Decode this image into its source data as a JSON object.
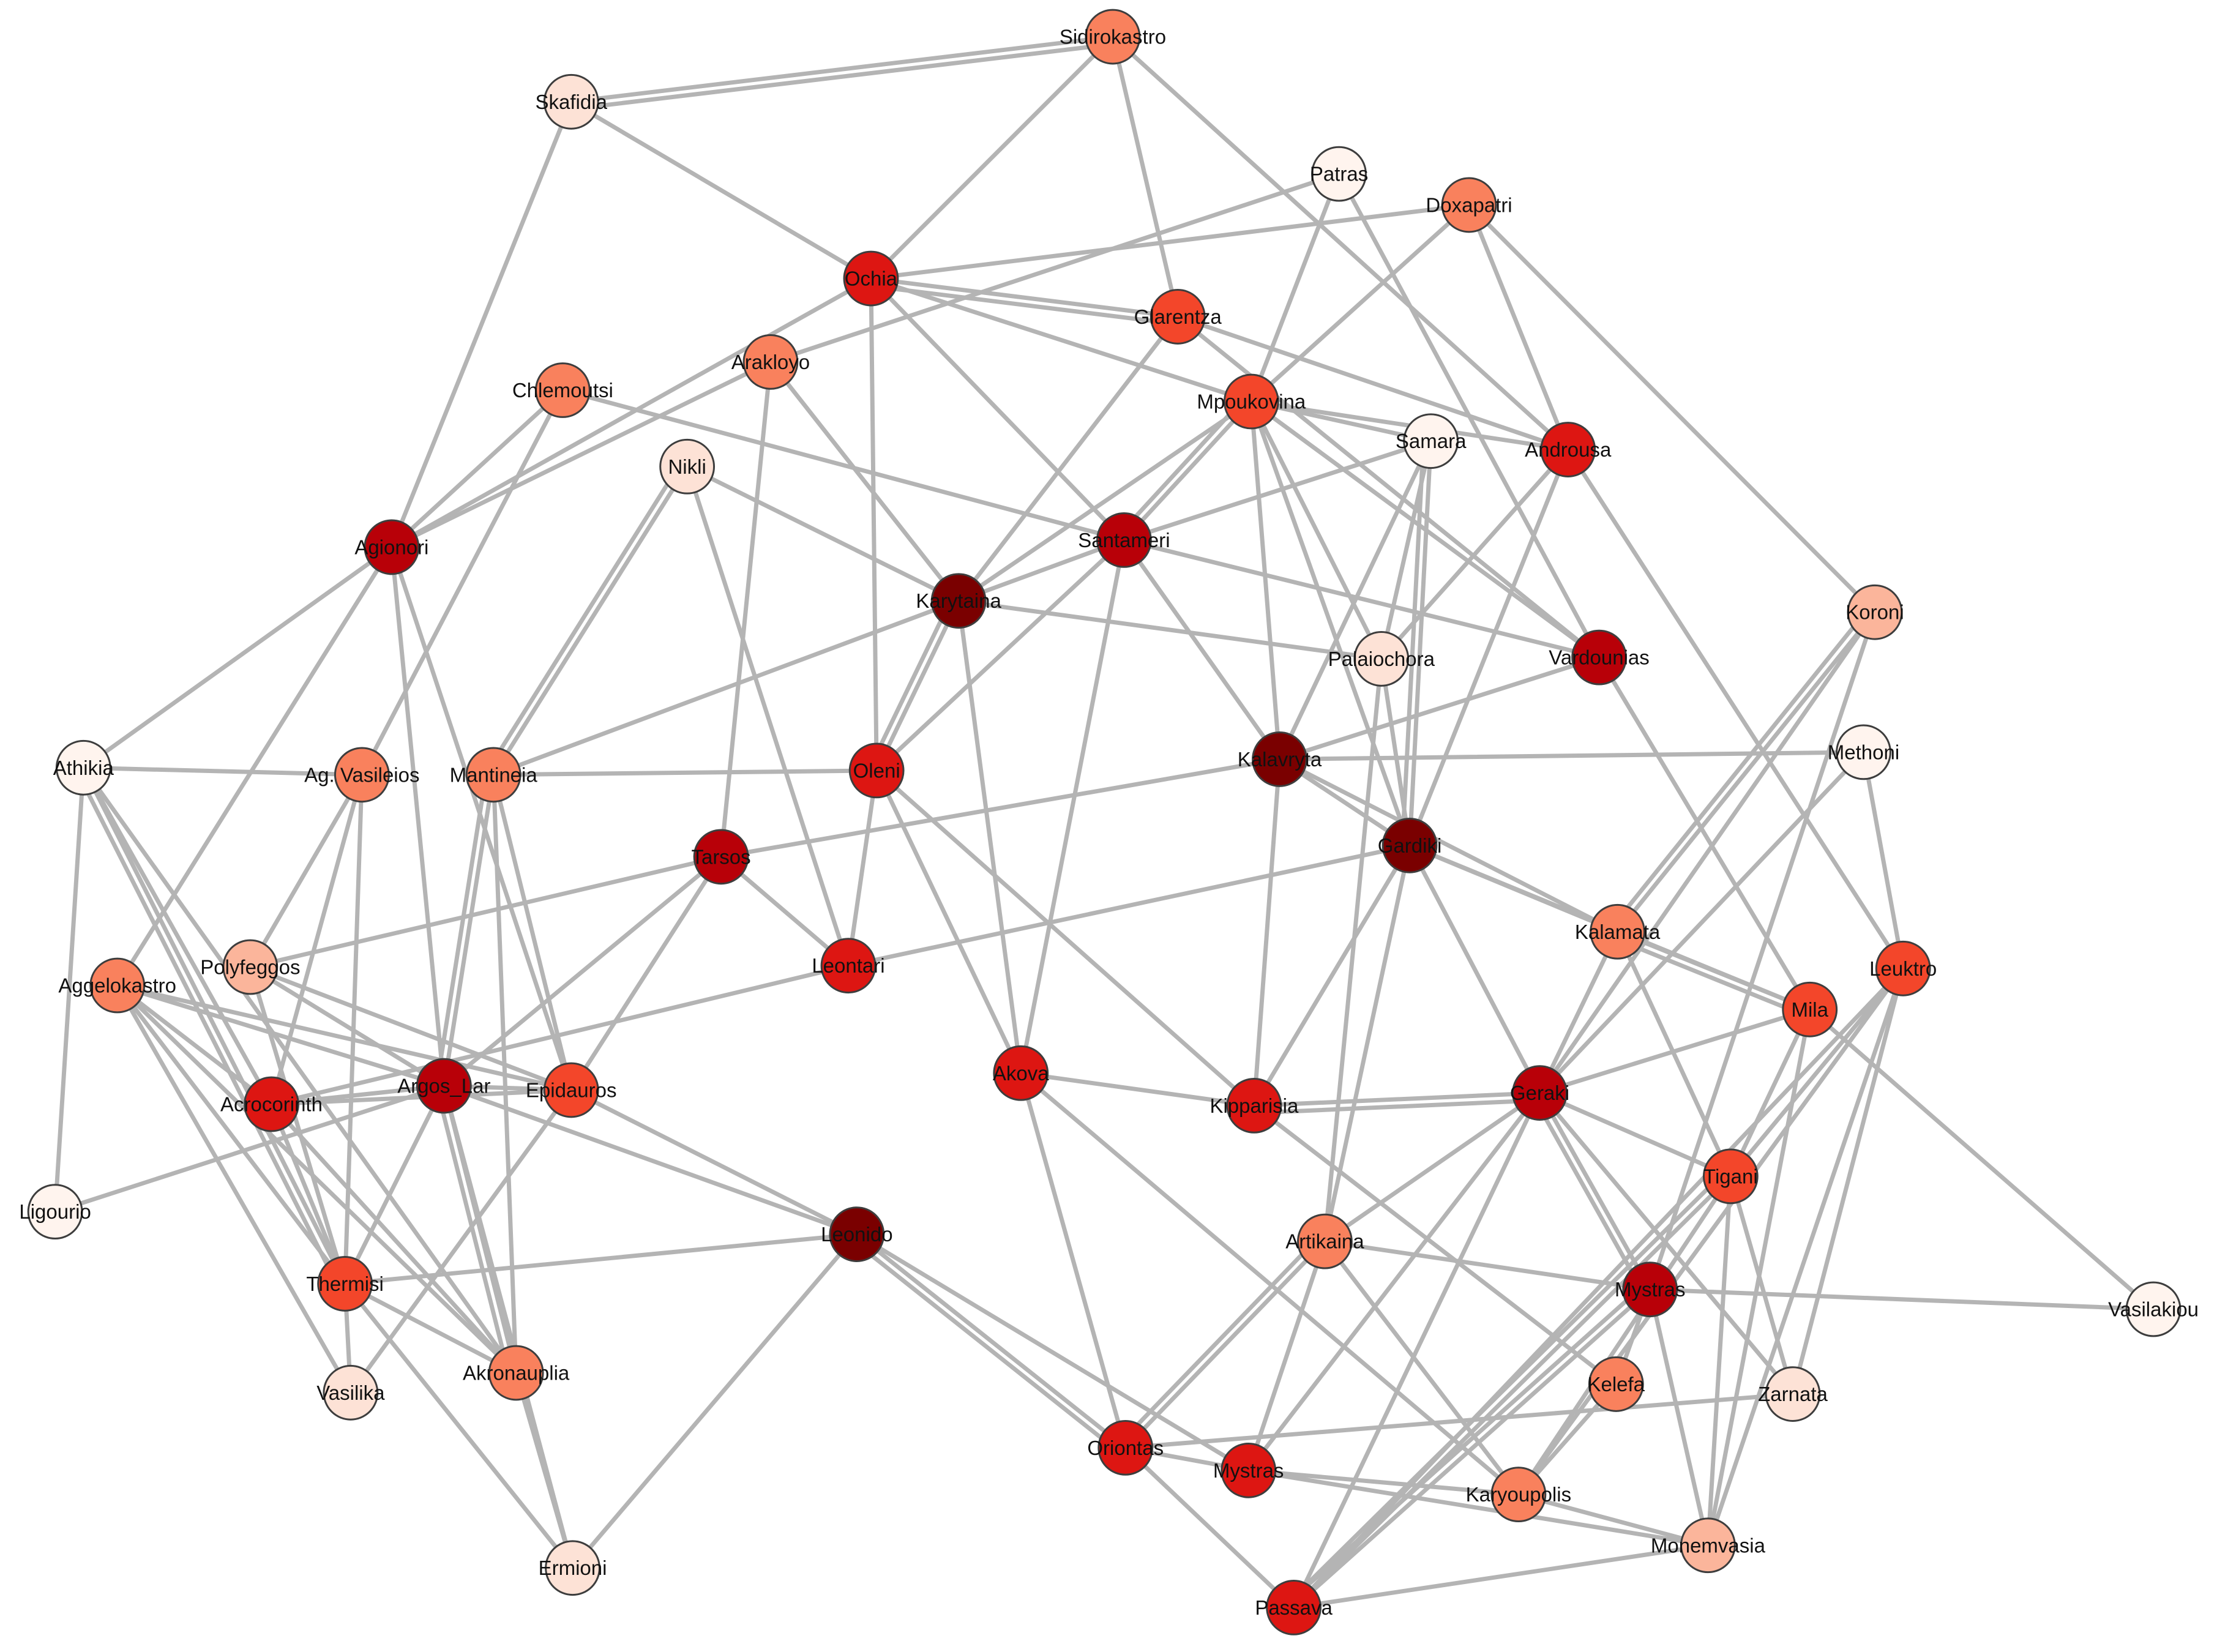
{
  "colors": {
    "c1": "#7a0000",
    "c2": "#b80008",
    "c3": "#dd1612",
    "c4": "#f3462a",
    "c5": "#f9815d",
    "c6": "#fbb59b",
    "c7": "#fde2d6",
    "c8": "#fff4ee",
    "edge": "#b4b4b4"
  },
  "nodes": [
    {
      "id": "Sidirokastro",
      "label": "Sidirokastro",
      "level": "c5"
    },
    {
      "id": "Skafidia",
      "label": "Skafidia",
      "level": "c7"
    },
    {
      "id": "Patras",
      "label": "Patras",
      "level": "c8"
    },
    {
      "id": "Doxapatri",
      "label": "Doxapatri",
      "level": "c5"
    },
    {
      "id": "Ochia",
      "label": "Ochia",
      "level": "c3"
    },
    {
      "id": "Glarentza",
      "label": "Glarentza",
      "level": "c4"
    },
    {
      "id": "Arakloyo",
      "label": "Arakloyo",
      "level": "c5"
    },
    {
      "id": "Chlemoutsi",
      "label": "Chlemoutsi",
      "level": "c5"
    },
    {
      "id": "Mpoukovina",
      "label": "Mpoukovina",
      "level": "c4"
    },
    {
      "id": "Samara",
      "label": "Samara",
      "level": "c8"
    },
    {
      "id": "Androusa",
      "label": "Androusa",
      "level": "c3"
    },
    {
      "id": "Nikli",
      "label": "Nikli",
      "level": "c7"
    },
    {
      "id": "Agionori",
      "label": "Agionori",
      "level": "c2"
    },
    {
      "id": "Santameri",
      "label": "Santameri",
      "level": "c2"
    },
    {
      "id": "Karytaina",
      "label": "Karytaina",
      "level": "c1"
    },
    {
      "id": "Palaiochora",
      "label": "Palaiochora",
      "level": "c7"
    },
    {
      "id": "Vardounias",
      "label": "Vardounias",
      "level": "c2"
    },
    {
      "id": "Koroni",
      "label": "Koroni",
      "level": "c6"
    },
    {
      "id": "Athikia",
      "label": "Athikia",
      "level": "c8"
    },
    {
      "id": "AgVasileios",
      "label": "Ag. Vasileios",
      "level": "c5"
    },
    {
      "id": "Mantineia",
      "label": "Mantineia",
      "level": "c5"
    },
    {
      "id": "Oleni",
      "label": "Oleni",
      "level": "c3"
    },
    {
      "id": "Kalavryta",
      "label": "Kalavryta",
      "level": "c1"
    },
    {
      "id": "Methoni",
      "label": "Methoni",
      "level": "c8"
    },
    {
      "id": "Tarsos",
      "label": "Tarsos",
      "level": "c2"
    },
    {
      "id": "Gardiki",
      "label": "Gardiki",
      "level": "c1"
    },
    {
      "id": "Leontari",
      "label": "Leontari",
      "level": "c3"
    },
    {
      "id": "Aggelokastro",
      "label": "Aggelokastro",
      "level": "c5"
    },
    {
      "id": "Polyfeggos",
      "label": "Polyfeggos",
      "level": "c6"
    },
    {
      "id": "Kalamata",
      "label": "Kalamata",
      "level": "c5"
    },
    {
      "id": "Leuktro",
      "label": "Leuktro",
      "level": "c4"
    },
    {
      "id": "Mila",
      "label": "Mila",
      "level": "c4"
    },
    {
      "id": "Acrocorinth",
      "label": "Acrocorinth",
      "level": "c3"
    },
    {
      "id": "ArgosLar",
      "label": "Argos_Lar",
      "level": "c2"
    },
    {
      "id": "Epidauros",
      "label": "Epidauros",
      "level": "c4"
    },
    {
      "id": "Akova",
      "label": "Akova",
      "level": "c3"
    },
    {
      "id": "Kipparisia",
      "label": "Kipparisia",
      "level": "c3"
    },
    {
      "id": "Geraki",
      "label": "Geraki",
      "level": "c2"
    },
    {
      "id": "Ligourio",
      "label": "Ligourio",
      "level": "c8"
    },
    {
      "id": "Leonido",
      "label": "Leonido",
      "level": "c1"
    },
    {
      "id": "Tigani",
      "label": "Tigani",
      "level": "c4"
    },
    {
      "id": "Thermisi",
      "label": "Thermisi",
      "level": "c4"
    },
    {
      "id": "Artikaina",
      "label": "Artikaina",
      "level": "c5"
    },
    {
      "id": "Mystras1",
      "label": "Mystras",
      "level": "c2"
    },
    {
      "id": "Vasilakiou",
      "label": "Vasilakiou",
      "level": "c8"
    },
    {
      "id": "Vasilika",
      "label": "Vasilika",
      "level": "c7"
    },
    {
      "id": "Akronauplia",
      "label": "Akronauplia",
      "level": "c5"
    },
    {
      "id": "Kelefa",
      "label": "Kelefa",
      "level": "c5"
    },
    {
      "id": "Zarnata",
      "label": "Zarnata",
      "level": "c7"
    },
    {
      "id": "Oriontas",
      "label": "Oriontas",
      "level": "c3"
    },
    {
      "id": "Mystras2",
      "label": "Mystras",
      "level": "c3"
    },
    {
      "id": "Karyoupolis",
      "label": "Karyoupolis",
      "level": "c5"
    },
    {
      "id": "Ermioni",
      "label": "Ermioni",
      "level": "c7"
    },
    {
      "id": "Monemvasia",
      "label": "Monemvasia",
      "level": "c6"
    },
    {
      "id": "Passava",
      "label": "Passava",
      "level": "c3"
    }
  ],
  "edges": [
    [
      "Skafidia",
      "Sidirokastro"
    ],
    [
      "Skafidia",
      "Sidirokastro"
    ],
    [
      "Skafidia",
      "Ochia"
    ],
    [
      "Skafidia",
      "Agionori"
    ],
    [
      "Sidirokastro",
      "Ochia"
    ],
    [
      "Sidirokastro",
      "Glarentza"
    ],
    [
      "Sidirokastro",
      "Androusa"
    ],
    [
      "Ochia",
      "Glarentza"
    ],
    [
      "Ochia",
      "Glarentza"
    ],
    [
      "Ochia",
      "Doxapatri"
    ],
    [
      "Ochia",
      "Mpoukovina"
    ],
    [
      "Ochia",
      "Oleni"
    ],
    [
      "Ochia",
      "Santameri"
    ],
    [
      "Ochia",
      "Agionori"
    ],
    [
      "Glarentza",
      "Karytaina"
    ],
    [
      "Glarentza",
      "Androusa"
    ],
    [
      "Glarentza",
      "Vardounias"
    ],
    [
      "Patras",
      "Mpoukovina"
    ],
    [
      "Patras",
      "Vardounias"
    ],
    [
      "Patras",
      "Arakloyo"
    ],
    [
      "Doxapatri",
      "Koroni"
    ],
    [
      "Doxapatri",
      "Androusa"
    ],
    [
      "Doxapatri",
      "Mpoukovina"
    ],
    [
      "Arakloyo",
      "Agionori"
    ],
    [
      "Arakloyo",
      "Karytaina"
    ],
    [
      "Arakloyo",
      "Tarsos"
    ],
    [
      "Chlemoutsi",
      "Agionori"
    ],
    [
      "Chlemoutsi",
      "Santameri"
    ],
    [
      "Chlemoutsi",
      "AgVasileios"
    ],
    [
      "Mpoukovina",
      "Samara"
    ],
    [
      "Mpoukovina",
      "Santameri"
    ],
    [
      "Mpoukovina",
      "Santameri"
    ],
    [
      "Mpoukovina",
      "Karytaina"
    ],
    [
      "Mpoukovina",
      "Kalavryta"
    ],
    [
      "Mpoukovina",
      "Gardiki"
    ],
    [
      "Mpoukovina",
      "Vardounias"
    ],
    [
      "Mpoukovina",
      "Palaiochora"
    ],
    [
      "Mpoukovina",
      "Androusa"
    ],
    [
      "Samara",
      "Gardiki"
    ],
    [
      "Samara",
      "Gardiki"
    ],
    [
      "Samara",
      "Kalavryta"
    ],
    [
      "Samara",
      "Santameri"
    ],
    [
      "Samara",
      "Palaiochora"
    ],
    [
      "Androusa",
      "Gardiki"
    ],
    [
      "Androusa",
      "Leuktro"
    ],
    [
      "Androusa",
      "Palaiochora"
    ],
    [
      "Nikli",
      "Mantineia"
    ],
    [
      "Nikli",
      "Mantineia"
    ],
    [
      "Nikli",
      "Karytaina"
    ],
    [
      "Nikli",
      "Leontari"
    ],
    [
      "Agionori",
      "ArgosLar"
    ],
    [
      "Agionori",
      "Athikia"
    ],
    [
      "Agionori",
      "Epidauros"
    ],
    [
      "Santameri",
      "Akova"
    ],
    [
      "Santameri",
      "Vardounias"
    ],
    [
      "Santameri",
      "Kalavryta"
    ],
    [
      "Santameri",
      "Oleni"
    ],
    [
      "Santameri",
      "Karytaina"
    ],
    [
      "Karytaina",
      "Oleni"
    ],
    [
      "Karytaina",
      "Oleni"
    ],
    [
      "Karytaina",
      "Mantineia"
    ],
    [
      "Karytaina",
      "Palaiochora"
    ],
    [
      "Karytaina",
      "Akova"
    ],
    [
      "Vardounias",
      "Kalavryta"
    ],
    [
      "Vardounias",
      "Mila"
    ],
    [
      "Koroni",
      "Kalamata"
    ],
    [
      "Koroni",
      "Kalamata"
    ],
    [
      "Koroni",
      "Geraki"
    ],
    [
      "Koroni",
      "Mystras1"
    ],
    [
      "Methoni",
      "Kalavryta"
    ],
    [
      "Methoni",
      "Leuktro"
    ],
    [
      "Methoni",
      "Geraki"
    ],
    [
      "Athikia",
      "AgVasileios"
    ],
    [
      "Athikia",
      "Acrocorinth"
    ],
    [
      "Athikia",
      "Thermisi"
    ],
    [
      "Athikia",
      "Thermisi"
    ],
    [
      "Athikia",
      "Ligourio"
    ],
    [
      "Athikia",
      "Akronauplia"
    ],
    [
      "AgVasileios",
      "Polyfeggos"
    ],
    [
      "AgVasileios",
      "Thermisi"
    ],
    [
      "AgVasileios",
      "Acrocorinth"
    ],
    [
      "Mantineia",
      "Oleni"
    ],
    [
      "Mantineia",
      "ArgosLar"
    ],
    [
      "Mantineia",
      "ArgosLar"
    ],
    [
      "Mantineia",
      "Akronauplia"
    ],
    [
      "Mantineia",
      "Epidauros"
    ],
    [
      "Oleni",
      "Leontari"
    ],
    [
      "Oleni",
      "Akova"
    ],
    [
      "Oleni",
      "Kipparisia"
    ],
    [
      "Kalavryta",
      "Gardiki"
    ],
    [
      "Kalavryta",
      "Kipparisia"
    ],
    [
      "Kalavryta",
      "Tarsos"
    ],
    [
      "Kalavryta",
      "Kalamata"
    ],
    [
      "Tarsos",
      "Leontari"
    ],
    [
      "Tarsos",
      "Epidauros"
    ],
    [
      "Tarsos",
      "ArgosLar"
    ],
    [
      "Tarsos",
      "Polyfeggos"
    ],
    [
      "Gardiki",
      "Geraki"
    ],
    [
      "Gardiki",
      "Kalamata"
    ],
    [
      "Gardiki",
      "Kipparisia"
    ],
    [
      "Gardiki",
      "Leontari"
    ],
    [
      "Gardiki",
      "Mila"
    ],
    [
      "Gardiki",
      "Palaiochora"
    ],
    [
      "Palaiochora",
      "Artikaina"
    ],
    [
      "Leontari",
      "Acrocorinth"
    ],
    [
      "Aggelokastro",
      "ArgosLar"
    ],
    [
      "Aggelokastro",
      "Epidauros"
    ],
    [
      "Aggelokastro",
      "Acrocorinth"
    ],
    [
      "Aggelokastro",
      "Thermisi"
    ],
    [
      "Aggelokastro",
      "Vasilika"
    ],
    [
      "Aggelokastro",
      "Akronauplia"
    ],
    [
      "Aggelokastro",
      "Agionori"
    ],
    [
      "Polyfeggos",
      "Thermisi"
    ],
    [
      "Polyfeggos",
      "Epidauros"
    ],
    [
      "Polyfeggos",
      "ArgosLar"
    ],
    [
      "Acrocorinth",
      "ArgosLar"
    ],
    [
      "Acrocorinth",
      "Epidauros"
    ],
    [
      "Acrocorinth",
      "Thermisi"
    ],
    [
      "Acrocorinth",
      "Akronauplia"
    ],
    [
      "ArgosLar",
      "Epidauros"
    ],
    [
      "ArgosLar",
      "Thermisi"
    ],
    [
      "ArgosLar",
      "Akronauplia"
    ],
    [
      "ArgosLar",
      "Akronauplia"
    ],
    [
      "ArgosLar",
      "Ligourio"
    ],
    [
      "ArgosLar",
      "Leonido"
    ],
    [
      "ArgosLar",
      "Ermioni"
    ],
    [
      "Epidauros",
      "Leonido"
    ],
    [
      "Epidauros",
      "Vasilika"
    ],
    [
      "Akova",
      "Kipparisia"
    ],
    [
      "Akova",
      "Oriontas"
    ],
    [
      "Akova",
      "Karyoupolis"
    ],
    [
      "Kipparisia",
      "Geraki"
    ],
    [
      "Kipparisia",
      "Geraki"
    ],
    [
      "Kipparisia",
      "Kelefa"
    ],
    [
      "Geraki",
      "Mila"
    ],
    [
      "Geraki",
      "Mystras1"
    ],
    [
      "Geraki",
      "Mystras1"
    ],
    [
      "Geraki",
      "Mystras2"
    ],
    [
      "Geraki",
      "Artikaina"
    ],
    [
      "Geraki",
      "Tigani"
    ],
    [
      "Geraki",
      "Zarnata"
    ],
    [
      "Geraki",
      "Passava"
    ],
    [
      "Geraki",
      "Kalamata"
    ],
    [
      "Kalamata",
      "Mila"
    ],
    [
      "Kalamata",
      "Mila"
    ],
    [
      "Kalamata",
      "Tigani"
    ],
    [
      "Mila",
      "Vasilakiou"
    ],
    [
      "Mila",
      "Tigani"
    ],
    [
      "Mila",
      "Monemvasia"
    ],
    [
      "Leuktro",
      "Tigani"
    ],
    [
      "Leuktro",
      "Zarnata"
    ],
    [
      "Leuktro",
      "Monemvasia"
    ],
    [
      "Leuktro",
      "Passava"
    ],
    [
      "Leuktro",
      "Karyoupolis"
    ],
    [
      "Tigani",
      "Passava"
    ],
    [
      "Tigani",
      "Passava"
    ],
    [
      "Tigani",
      "Monemvasia"
    ],
    [
      "Tigani",
      "Zarnata"
    ],
    [
      "Tigani",
      "Karyoupolis"
    ],
    [
      "Mystras1",
      "Vasilakiou"
    ],
    [
      "Mystras1",
      "Passava"
    ],
    [
      "Mystras1",
      "Passava"
    ],
    [
      "Mystras1",
      "Monemvasia"
    ],
    [
      "Mystras1",
      "Artikaina"
    ],
    [
      "Mystras1",
      "Kelefa"
    ],
    [
      "Artikaina",
      "Oriontas"
    ],
    [
      "Artikaina",
      "Oriontas"
    ],
    [
      "Artikaina",
      "Mystras2"
    ],
    [
      "Artikaina",
      "Karyoupolis"
    ],
    [
      "Artikaina",
      "Gardiki"
    ],
    [
      "Leonido",
      "Thermisi"
    ],
    [
      "Leonido",
      "Oriontas"
    ],
    [
      "Leonido",
      "Oriontas"
    ],
    [
      "Leonido",
      "Mystras2"
    ],
    [
      "Leonido",
      "Ermioni"
    ],
    [
      "Thermisi",
      "Vasilika"
    ],
    [
      "Thermisi",
      "Ermioni"
    ],
    [
      "Thermisi",
      "Akronauplia"
    ],
    [
      "Akronauplia",
      "Ermioni"
    ],
    [
      "Oriontas",
      "Mystras2"
    ],
    [
      "Oriontas",
      "Passava"
    ],
    [
      "Oriontas",
      "Zarnata"
    ],
    [
      "Mystras2",
      "Karyoupolis"
    ],
    [
      "Mystras2",
      "Monemvasia"
    ],
    [
      "Karyoupolis",
      "Monemvasia"
    ],
    [
      "Karyoupolis",
      "Kelefa"
    ],
    [
      "Passava",
      "Monemvasia"
    ]
  ]
}
